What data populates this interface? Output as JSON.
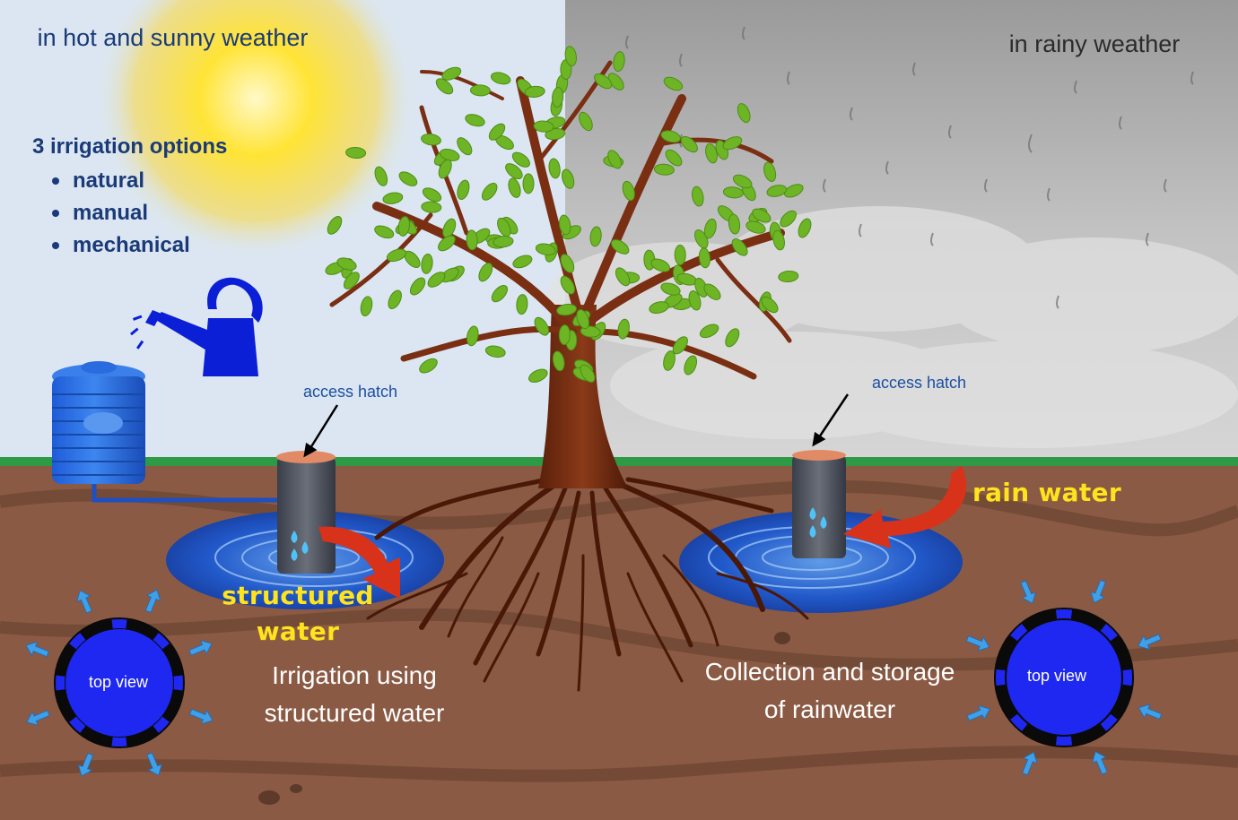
{
  "sunny": {
    "title": "in hot and sunny weather",
    "options_heading": "3 irrigation options",
    "options": [
      "natural",
      "manual",
      "mechanical"
    ]
  },
  "rainy": {
    "title": "in rainy weather"
  },
  "left_hatch": {
    "label": "access hatch"
  },
  "right_hatch": {
    "label": "access hatch"
  },
  "structured_water": {
    "label": "structured water"
  },
  "rain_water": {
    "label": "rain water"
  },
  "irrigation": {
    "caption": "Irrigation using structured water"
  },
  "collection": {
    "caption": "Collection and storage of rainwater"
  },
  "top_view_left": {
    "label": "top view"
  },
  "top_view_right": {
    "label": "top view"
  },
  "colors": {
    "soil": "#8a5a44",
    "sky_sunny": "#dbe6f2",
    "sky_rainy": "#b6b6b6",
    "water": "#1c4fbf",
    "accent_yellow": "#ffe31c",
    "text_blue": "#1a3a78",
    "leaf_green": "#6db524",
    "trunk_brown": "#6a2a10",
    "arrow_red": "#d8321a"
  }
}
